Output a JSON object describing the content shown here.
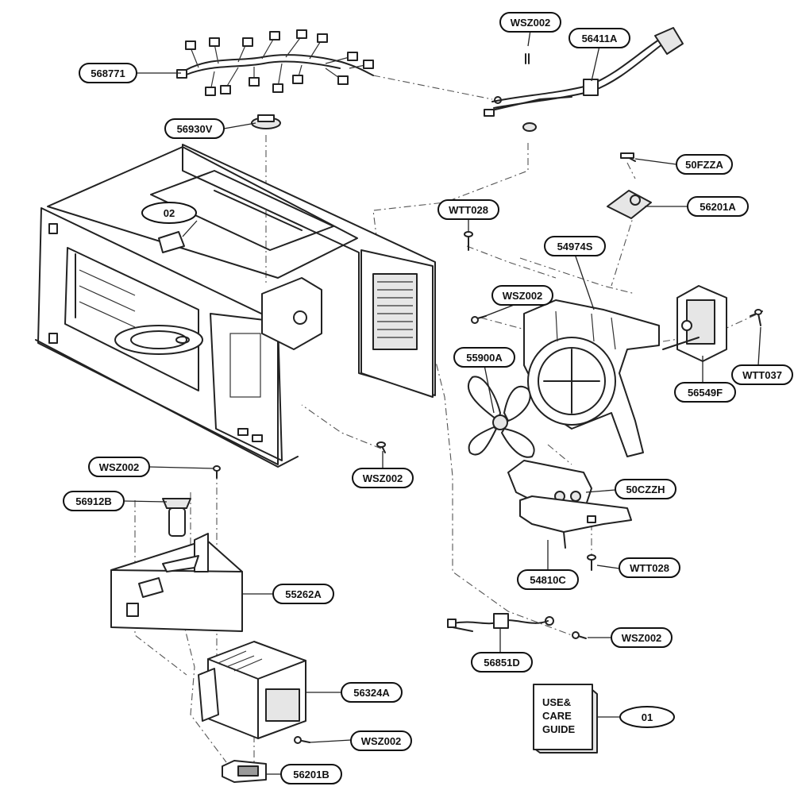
{
  "callouts": {
    "c568771": "568771",
    "c56930V": "56930V",
    "c02": "02",
    "wsz002_top": "WSZ002",
    "c56411A": "56411A",
    "c50FZZA": "50FZZA",
    "c56201A": "56201A",
    "wtt028_top": "WTT028",
    "c54974S": "54974S",
    "wsz002_mid": "WSZ002",
    "c55900A": "55900A",
    "wtt037": "WTT037",
    "c56549F": "56549F",
    "wsz002_center": "WSZ002",
    "wsz002_left": "WSZ002",
    "c56912B": "56912B",
    "c50CZZH": "50CZZH",
    "c55262A": "55262A",
    "c54810C": "54810C",
    "wtt028_bottom": "WTT028",
    "wsz002_right": "WSZ002",
    "c56851D": "56851D",
    "c56324A": "56324A",
    "wsz002_bottom": "WSZ002",
    "c56201B": "56201B",
    "c01": "01"
  },
  "guide": {
    "line1": "USE&",
    "line2": "CARE",
    "line3": "GUIDE"
  }
}
